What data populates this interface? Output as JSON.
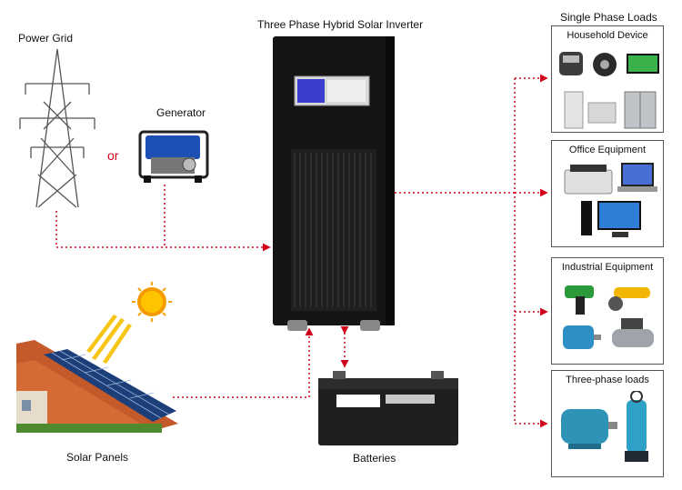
{
  "labels": {
    "inverter": "Three Phase Hybrid Solar Inverter",
    "power_grid": "Power Grid",
    "or": "or",
    "generator": "Generator",
    "solar_panels": "Solar Panels",
    "batteries": "Batteries",
    "single_phase_loads": "Single Phase Loads"
  },
  "load_boxes": [
    {
      "title": "Household Device"
    },
    {
      "title": "Office Equipment"
    },
    {
      "title": "Industrial Equipment"
    },
    {
      "title": "Three-phase loads"
    }
  ],
  "colors": {
    "connector": "#d0021b",
    "inverter_body": "#151515",
    "lcd": "#3c3ccf",
    "box_border": "#555555"
  },
  "icons": [
    "transmission-tower-icon",
    "generator-icon",
    "sun-icon",
    "solar-roof-icon",
    "battery-icon",
    "pressure-cooker-icon",
    "fridge-icon",
    "tv-icon",
    "printer-icon",
    "laptop-icon",
    "desktop-pc-icon",
    "drill-icon",
    "angle-grinder-icon",
    "electric-motor-icon",
    "air-compressor-icon",
    "water-pump-icon"
  ]
}
